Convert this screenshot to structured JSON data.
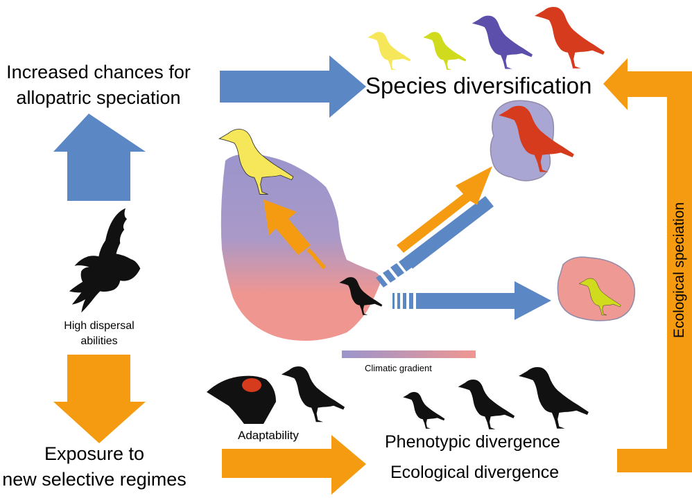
{
  "labels": {
    "increased_chances": "Increased chances for allopatric speciation",
    "increased_chances_l1": "Increased chances for",
    "increased_chances_l2": "allopatric speciation",
    "species_diversification": "Species diversification",
    "high_dispersal_l1": "High dispersal",
    "high_dispersal_l2": "abilities",
    "exposure_l1": "Exposure to",
    "exposure_l2": "new selective regimes",
    "adaptability": "Adaptability",
    "phenotypic_divergence": "Phenotypic divergence",
    "ecological_divergence": "Ecological divergence",
    "climatic_gradient": "Climatic gradient",
    "ecological_speciation": "Ecological speciation"
  },
  "colors": {
    "blue_arrow": "#5b87c5",
    "orange_arrow": "#f59b12",
    "gradient_top": "#9b95cc",
    "gradient_bottom": "#ef9691",
    "yellow_bird": "#f6e75a",
    "lime_bird": "#cfdb1c",
    "purple_bird": "#5b4fab",
    "red_bird": "#d53b1c",
    "black_bird": "#111111"
  },
  "icons": [
    "crow-silhouette-icon",
    "flying-raven-icon",
    "crow-head-icon"
  ]
}
